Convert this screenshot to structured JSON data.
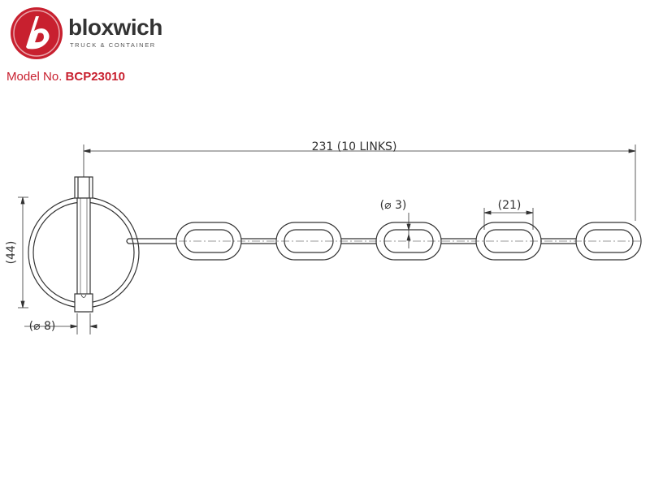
{
  "brand": {
    "name": "bloxwich",
    "tagline": "TRUCK & CONTAINER"
  },
  "model": {
    "label": "Model No.",
    "value": "BCP23010"
  },
  "dimensions": {
    "overall_length": "231 (10 LINKS)",
    "wire_diameter": "(⌀ 3)",
    "link_pitch": "(21)",
    "ring_diameter": "(44)",
    "pin_diameter": "(⌀ 8)"
  },
  "colors": {
    "brand_red": "#c8202f",
    "line": "#333333",
    "text": "#333333"
  },
  "icons": {
    "logo": "bloxwich-b-logo-icon"
  }
}
